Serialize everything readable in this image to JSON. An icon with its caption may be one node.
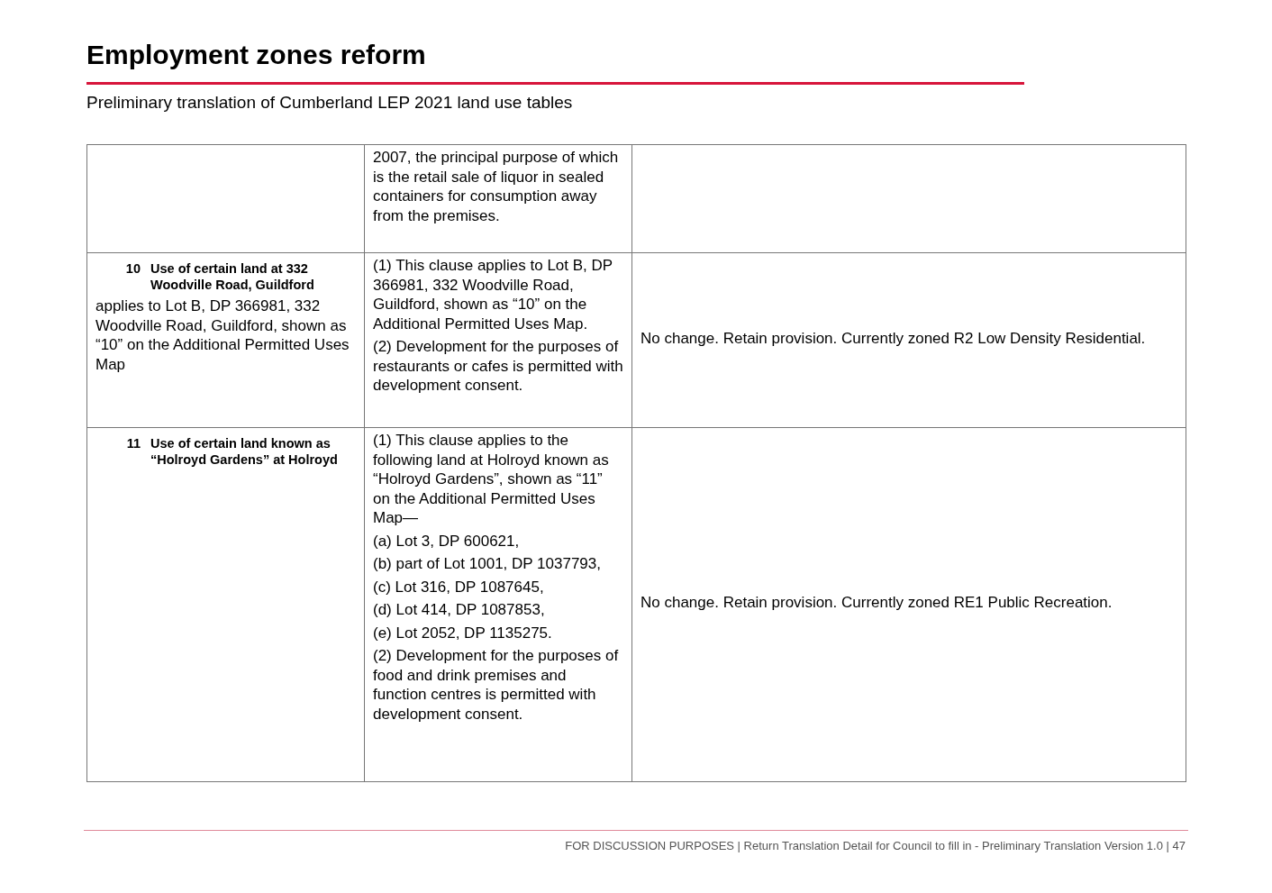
{
  "diagram": {
    "title": "Employment zones reform",
    "labels": [
      "Preliminary translation of Cumberland LEP 2021 land use tables",
      "2007, the principal purpose of which is the retail sale of liquor in sealed containers for consumption away from the premises.",
      "10",
      "Use of certain land at 332 Woodville Road, Guildford",
      "applies to Lot B, DP 366981, 332 Woodville Road, Guildford, shown as “10” on the Additional Permitted Uses Map",
      "(1) This clause applies to Lot B, DP 366981, 332 Woodville Road, Guildford, shown as “10” on the Additional Permitted Uses Map.",
      "(2) Development for the purposes of restaurants or cafes is permitted with development consent.",
      "No change. Retain provision. Currently zoned R2 Low Density Residential.",
      "11",
      "Use of certain land known as “Holroyd Gardens” at Holroyd",
      "(1) This clause applies to the following land at Holroyd known as “Holroyd Gardens”, shown as “11” on the Additional Permitted Uses Map—",
      "(a) Lot 3, DP 600621,",
      "(b) part of Lot 1001, DP 1037793,",
      "(c) Lot 316, DP 1087645,",
      "(d) Lot 414, DP 1087853,",
      "(e) Lot 2052, DP 1135275.",
      "(2) Development for the purposes of food and drink premises and function centres is permitted with development consent.",
      "No change. Retain provision. Currently zoned RE1 Public Recreation.",
      "FOR DISCUSSION PURPOSES | Return Translation Detail for Council to fill in - Preliminary Translation Version 1.0 | 47"
    ]
  }
}
